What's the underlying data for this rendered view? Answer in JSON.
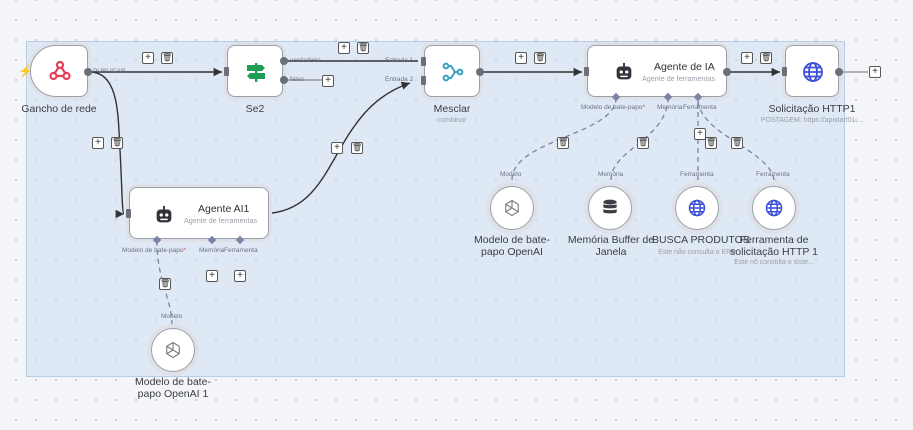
{
  "nodes": {
    "webhook": {
      "label": "Gancho de rede",
      "output_label": "PUBLICAR"
    },
    "if": {
      "label": "Se2",
      "out_true": "verdadeiro",
      "out_false": "falso"
    },
    "merge": {
      "label": "Mesclar",
      "sub": "combinar",
      "in1": "Entrada 1",
      "in2": "Entrada 2"
    },
    "agent": {
      "title": "Agente de IA",
      "sub": "Agente de ferramentas",
      "port_model": "Modelo de bate-papo",
      "port_memory": "Memória",
      "port_tool": "Ferramenta"
    },
    "http": {
      "label": "Solicitação HTTP1",
      "sub": "POSTAGEM: https://apistart01...."
    },
    "agent1": {
      "title": "Agente AI1",
      "sub": "Agente de ferramentas",
      "port_model": "Modelo de bate-papo",
      "port_memory": "Memória",
      "port_tool": "Ferramenta"
    },
    "openai": {
      "label": "Modelo de bate-papo OpenAI",
      "port": "Modelo"
    },
    "memory": {
      "label": "Memória Buffer de Janela",
      "port": "Memória"
    },
    "busca": {
      "label": "BUSCA PRODUTOS",
      "port": "Ferramenta",
      "sub": "Este não consulta o ERP"
    },
    "httptool": {
      "label": "Ferramenta de solicitação HTTP 1",
      "port": "Ferramenta",
      "sub": "Este nó consulta o siste..."
    },
    "openai1": {
      "label": "Modelo de bate-papo OpenAI 1",
      "port": "Modelo"
    }
  },
  "required_mark": "*",
  "controls": {
    "add": "+",
    "delete": "🗑"
  },
  "colors": {
    "accent_if": "#1f9d55",
    "accent_merge": "#3aa3c4",
    "accent_http": "#3b4fd8",
    "port_diamond": "#7b82a6",
    "webhook_red": "#e23e57",
    "selection_bg": "#cddef4"
  }
}
